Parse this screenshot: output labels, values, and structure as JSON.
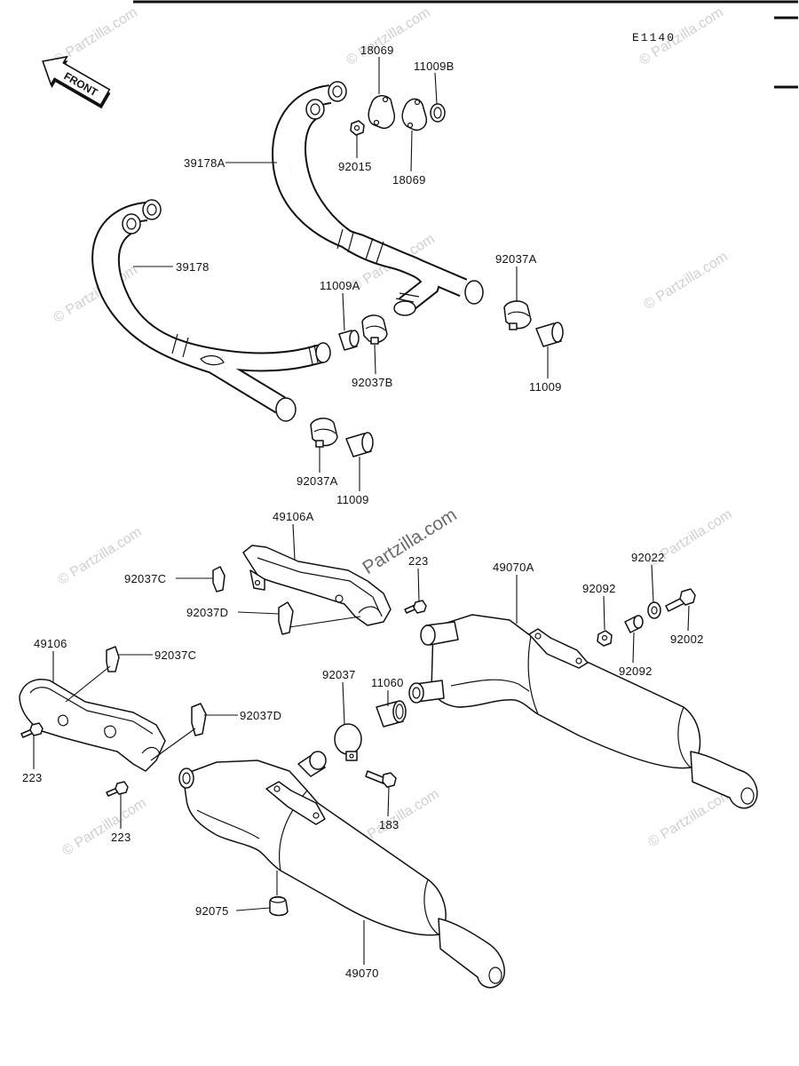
{
  "diagram_code": "E1140",
  "front_label": "FRONT",
  "watermark": "© Partzilla.com",
  "watermark_main": "Partzilla.com",
  "callouts": [
    "18069",
    "11009B",
    "92015",
    "18069",
    "39178A",
    "39178",
    "11009A",
    "92037B",
    "92037A",
    "11009",
    "92037A",
    "11009",
    "49106A",
    "223",
    "49070A",
    "92022",
    "92092",
    "92037C",
    "92037D",
    "92002",
    "92092",
    "49106",
    "92037C",
    "11060",
    "92037",
    "92037D",
    "223",
    "223",
    "183",
    "92075",
    "49070"
  ]
}
